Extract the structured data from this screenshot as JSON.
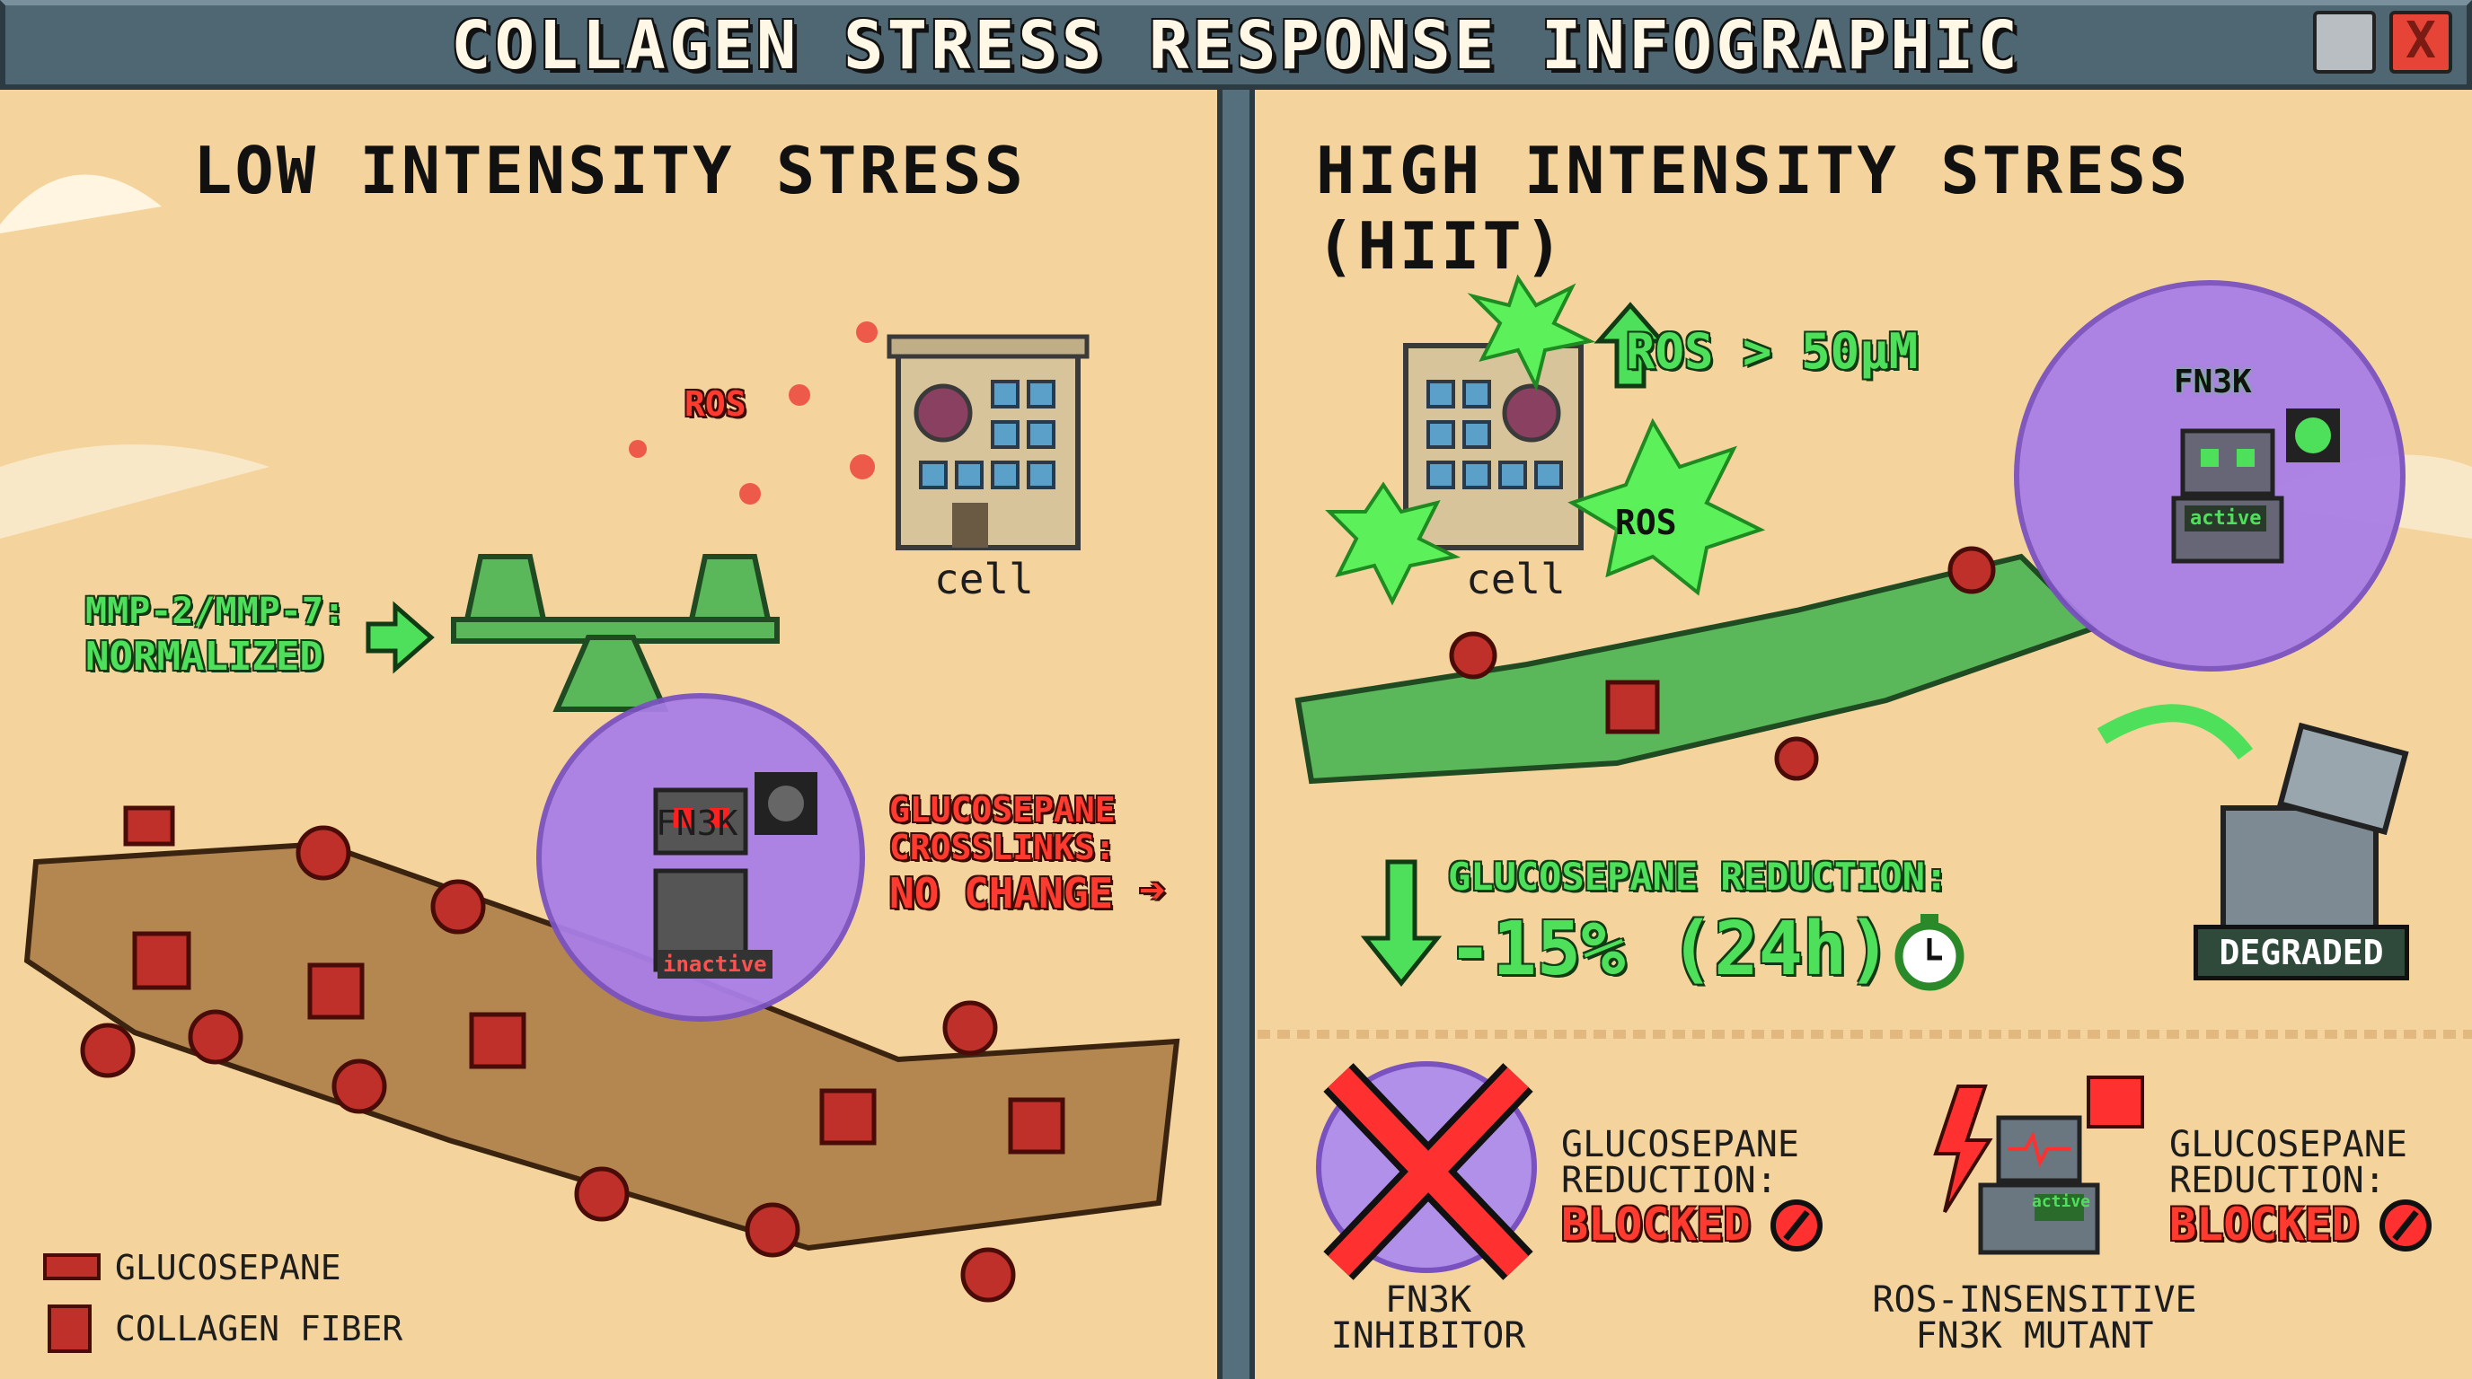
{
  "window": {
    "title": "COLLAGEN STRESS RESPONSE INFOGRAPHIC",
    "minimize_icon": "minimize-icon",
    "close_label": "X"
  },
  "colors": {
    "background": "#f4d49c",
    "titlebar": "#4f6673",
    "accent_green": "#4ee05a",
    "accent_red": "#ff3b30",
    "fn3k_purple": "#a97ee6",
    "fiber_brown": "#b48650"
  },
  "low": {
    "heading": "LOW INTENSITY STRESS",
    "ros_label": "ROS",
    "cell_label": "cell",
    "mmp_line1": "MMP-2/MMP-7:",
    "mmp_line2": "NORMALIZED",
    "fn3k_label": "FN3K",
    "fn3k_state": "inactive",
    "crosslinks_line1": "GLUCOSEPANE",
    "crosslinks_line2": "CROSSLINKS:",
    "crosslinks_line3": "NO CHANGE",
    "legend": [
      {
        "label": "GLUCOSEPANE",
        "icon": "glucosepane-bolt-icon"
      },
      {
        "label": "COLLAGEN FIBER",
        "icon": "collagen-fiber-icon"
      }
    ]
  },
  "high": {
    "heading": "HIGH INTENSITY STRESS (HIIT)",
    "ros_threshold": "ROS > 50µM",
    "ros_label": "ROS",
    "cell_label": "cell",
    "fn3k_label": "FN3K",
    "fn3k_state": "active",
    "reduction_label": "GLUCOSEPANE REDUCTION:",
    "reduction_value": "-15% (24h)",
    "degraded_label": "DEGRADED",
    "controls": [
      {
        "name_line1": "FN3K",
        "name_line2": "INHIBITOR",
        "result_line1": "GLUCOSEPANE",
        "result_line2": "REDUCTION:",
        "result_status": "BLOCKED"
      },
      {
        "name_line1": "ROS-INSENSITIVE",
        "name_line2": "FN3K MUTANT",
        "result_line1": "GLUCOSEPANE",
        "result_line2": "REDUCTION:",
        "result_status": "BLOCKED",
        "robot_state": "active"
      }
    ]
  }
}
